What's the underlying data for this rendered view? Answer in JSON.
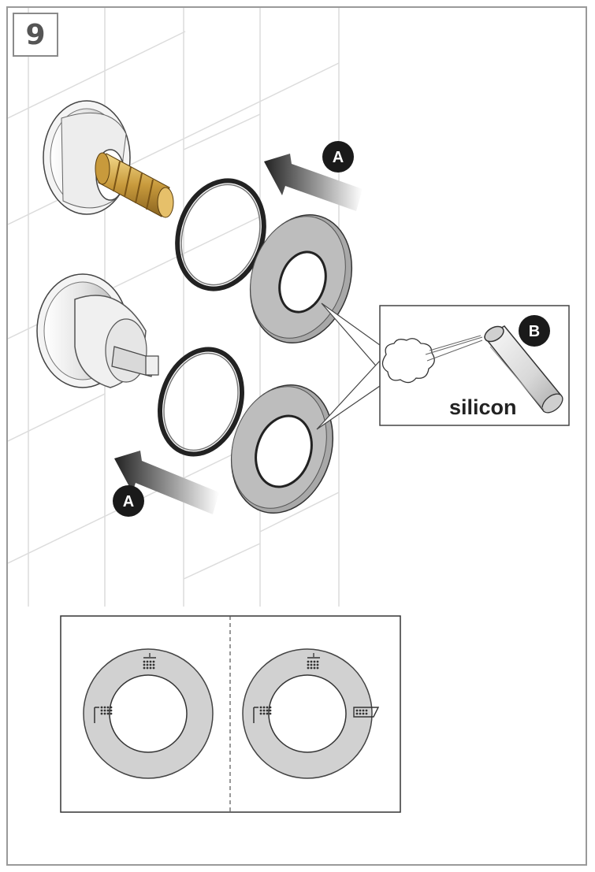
{
  "step": {
    "number": "9"
  },
  "callouts": {
    "a_top": "A",
    "a_bottom": "A",
    "b": "B"
  },
  "spray_label": "silicon",
  "colors": {
    "ring_fill": "#d1d1d1",
    "plate_fill": "#b8b8b8",
    "badge": "#1a1a1a",
    "brass": "#c89a3c"
  },
  "icons": [
    "shower-head-icon",
    "hand-shower-icon",
    "bathtub-spout-icon"
  ]
}
